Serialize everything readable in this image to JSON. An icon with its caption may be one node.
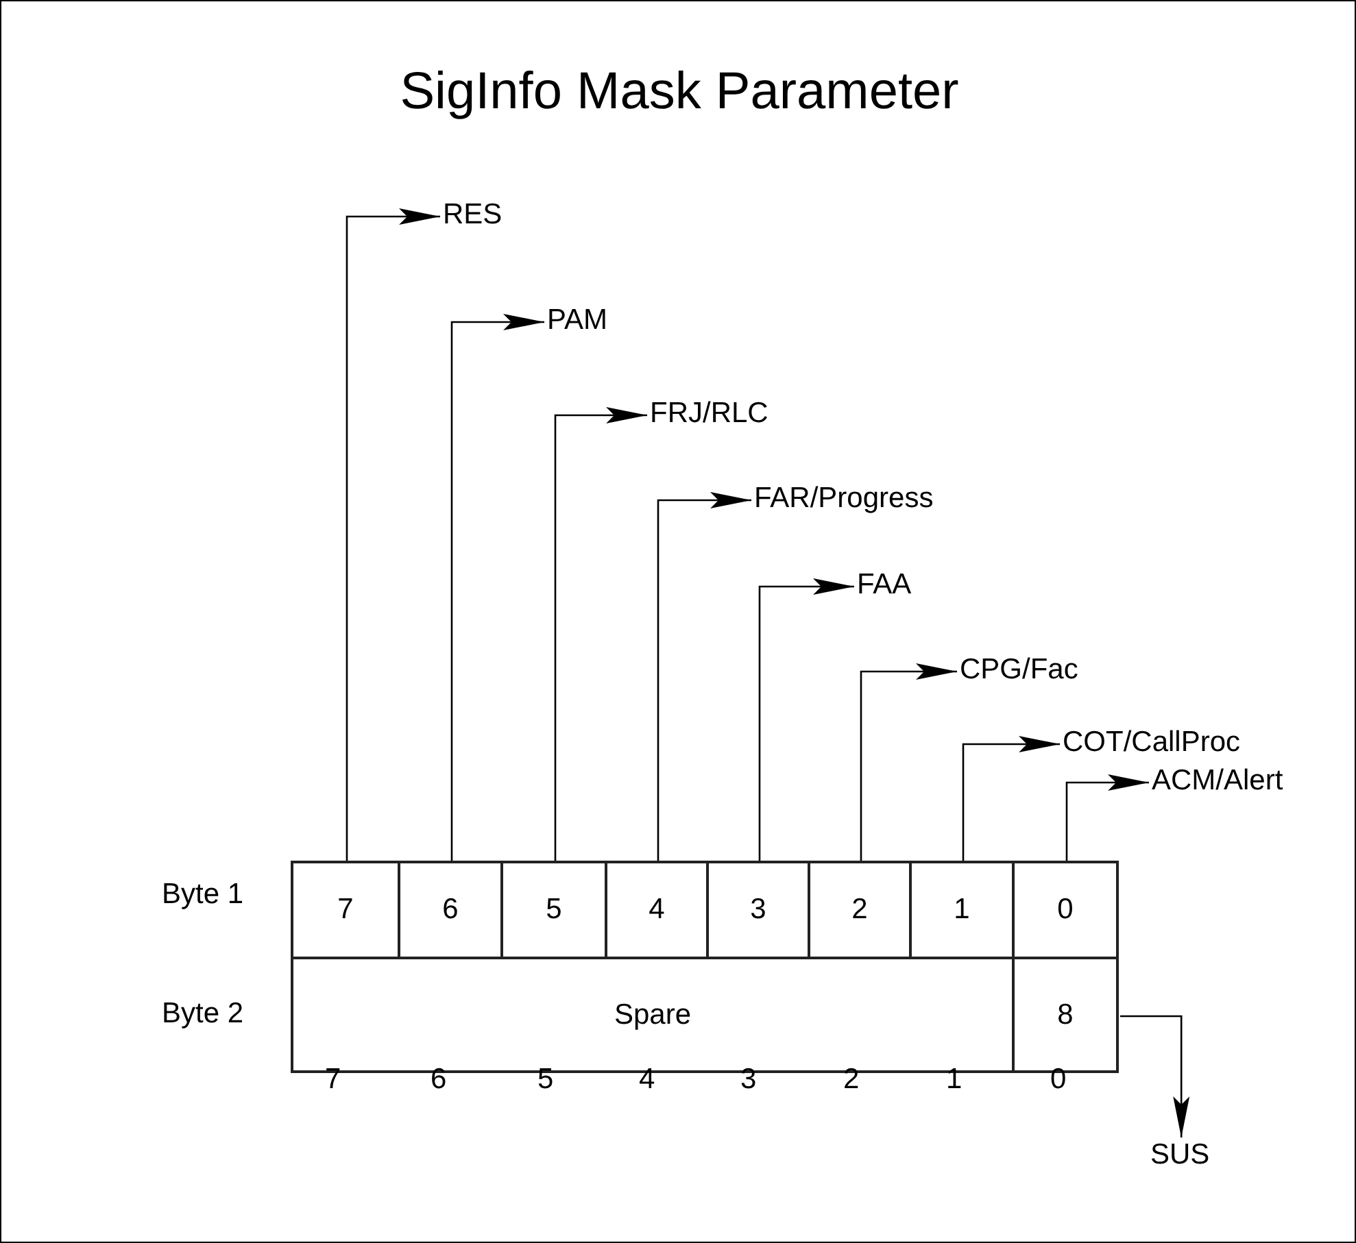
{
  "diagram": {
    "title": "SigInfo Mask Parameter",
    "nodes": [
      {
        "text": [
          "RES"
        ]
      },
      {
        "text": [
          "PAM"
        ]
      },
      {
        "text": [
          "FRJ/RLC"
        ]
      },
      {
        "text": [
          "FAR/Progress"
        ]
      },
      {
        "text": [
          "FAA"
        ]
      },
      {
        "text": [
          "CPG/Fac"
        ]
      },
      {
        "text": [
          "COT/CallProc"
        ]
      },
      {
        "text": [
          "ACM/Alert"
        ]
      },
      {
        "text": [
          "7"
        ]
      },
      {
        "text": [
          "6"
        ]
      },
      {
        "text": [
          "5"
        ]
      },
      {
        "text": [
          "4"
        ]
      },
      {
        "text": [
          "3"
        ]
      },
      {
        "text": [
          "2"
        ]
      },
      {
        "text": [
          "1"
        ]
      },
      {
        "text": [
          "0"
        ]
      },
      {
        "text": [
          "Spare"
        ]
      },
      {
        "text": [
          "8"
        ]
      },
      {
        "text": [
          "SUS"
        ]
      }
    ],
    "edges": [
      {
        "from": 8,
        "to": 0,
        "arrow": "to"
      },
      {
        "from": 9,
        "to": 1,
        "arrow": "to"
      },
      {
        "from": 10,
        "to": 2,
        "arrow": "to"
      },
      {
        "from": 11,
        "to": 3,
        "arrow": "to"
      },
      {
        "from": 12,
        "to": 4,
        "arrow": "to"
      },
      {
        "from": 13,
        "to": 5,
        "arrow": "to"
      },
      {
        "from": 14,
        "to": 6,
        "arrow": "to"
      },
      {
        "from": 15,
        "to": 7,
        "arrow": "to"
      },
      {
        "from": 17,
        "to": 18,
        "arrow": "to"
      }
    ],
    "labels": [
      "Byte 1",
      "Byte 2",
      "7",
      "6",
      "5",
      "4",
      "3",
      "2",
      "1",
      "0"
    ]
  }
}
